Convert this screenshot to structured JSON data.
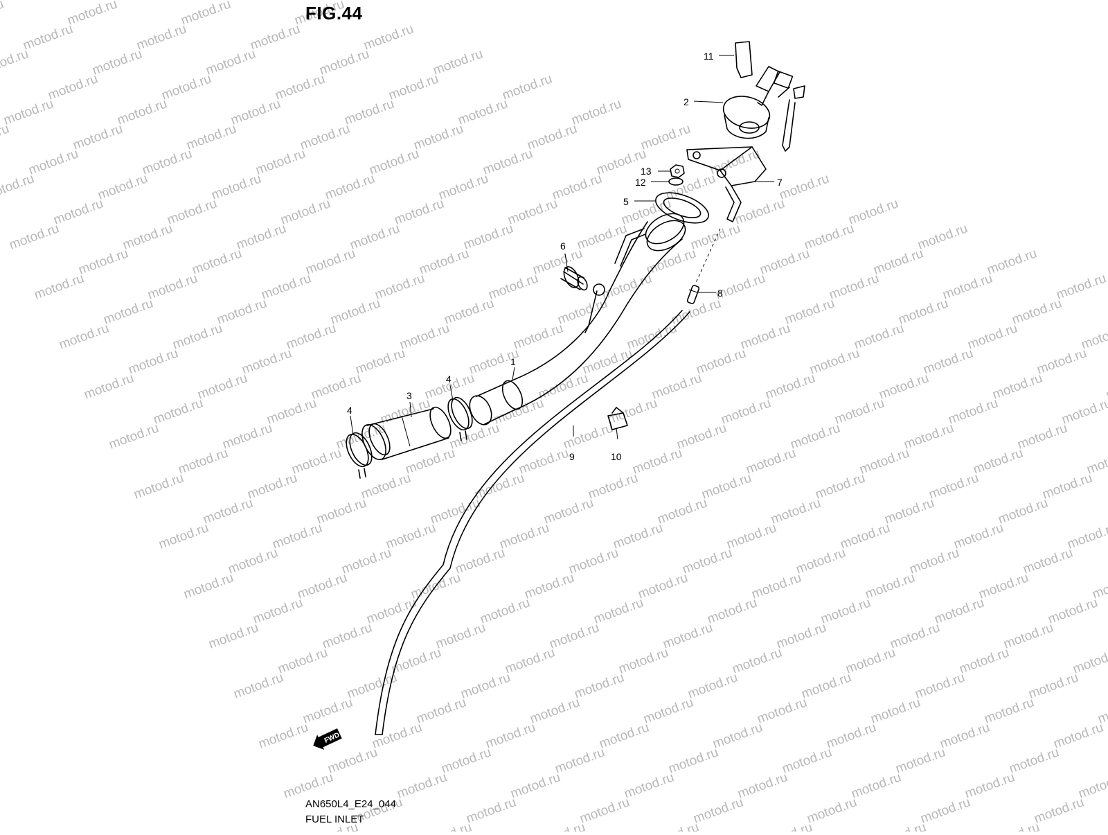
{
  "figure": {
    "title": "FIG.44",
    "model_code": "AN650L4_E24_044",
    "name": "FUEL INLET"
  },
  "watermark": {
    "text": "motod.ru",
    "color": "#b8b8b8"
  },
  "direction_badge": {
    "text": "FWD"
  },
  "callouts": [
    "11",
    "2",
    "13",
    "12",
    "7",
    "5",
    "6",
    "8",
    "1",
    "3",
    "4",
    "4",
    "9",
    "10"
  ]
}
